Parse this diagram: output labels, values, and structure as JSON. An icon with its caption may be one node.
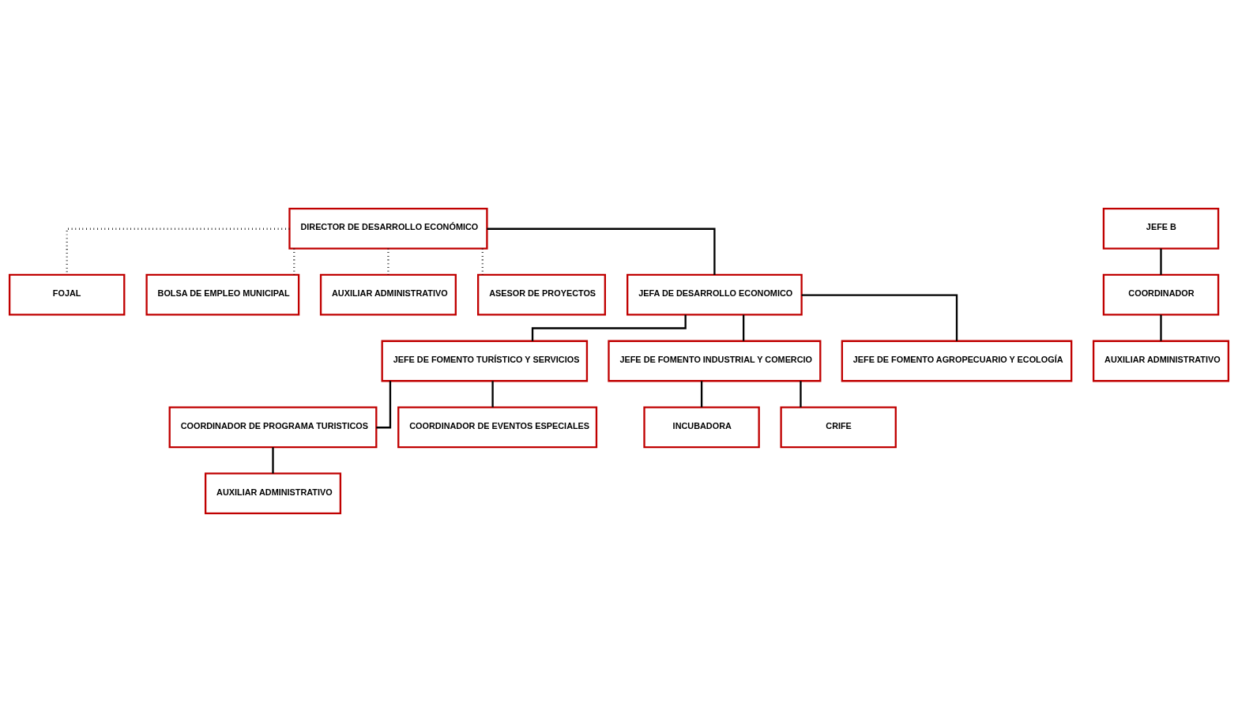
{
  "diagram": {
    "nodes": [
      {
        "text": [
          "FOJAL"
        ]
      },
      {
        "text": [
          "DIRECTOR DE DESARROLLO ECONÓMICO"
        ]
      },
      {
        "text": [
          "BOLSA DE EMPLEO MUNICIPAL"
        ]
      },
      {
        "text": [
          "AUXILIAR ADMINISTRATIVO"
        ]
      },
      {
        "text": [
          "ASESOR DE PROYECTOS"
        ]
      },
      {
        "text": [
          "JEFA DE DESARROLLO ECONOMICO"
        ]
      },
      {
        "text": [
          "JEFE DE FOMENTO TURÍSTICO Y SERVICIOS"
        ]
      },
      {
        "text": [
          "JEFE DE FOMENTO INDUSTRIAL Y COMERCIO"
        ]
      },
      {
        "text": [
          "JEFE DE FOMENTO AGROPECUARIO Y ECOLOGÍA"
        ]
      },
      {
        "text": [
          "JEFE B"
        ]
      },
      {
        "text": [
          "COORDINADOR DE PROGRAMA TURISTICOS"
        ]
      },
      {
        "text": [
          "COORDINADOR DE EVENTOS ESPECIALES"
        ]
      },
      {
        "text": [
          "COORDINADOR"
        ]
      },
      {
        "text": [
          "AUXILIAR ADMINISTRATIVO"
        ]
      },
      {
        "text": [
          "INCUBADORA"
        ]
      },
      {
        "text": [
          "CRIFE"
        ]
      },
      {
        "text": [
          "AUXILIAR ADMINISTRATIVO"
        ]
      }
    ],
    "edges": [
      {
        "from": 1,
        "to": 5,
        "arrow": "none"
      },
      {
        "from": 1,
        "to": 0,
        "arrow": "none",
        "style": "dashed"
      },
      {
        "from": 1,
        "to": 2,
        "arrow": "none",
        "style": "dashed"
      },
      {
        "from": 1,
        "to": 4,
        "arrow": "none",
        "style": "dashed"
      },
      {
        "from": 1,
        "to": 3,
        "arrow": "none",
        "style": "dashed"
      },
      {
        "from": 5,
        "to": 6,
        "arrow": "none"
      },
      {
        "from": 5,
        "to": 7,
        "arrow": "none"
      },
      {
        "from": 5,
        "to": 8,
        "arrow": "none"
      },
      {
        "from": 6,
        "to": 10,
        "arrow": "none"
      },
      {
        "from": 6,
        "to": 11,
        "arrow": "none"
      },
      {
        "from": 10,
        "to": 13,
        "arrow": "none"
      },
      {
        "from": 7,
        "to": 14,
        "arrow": "none"
      },
      {
        "from": 7,
        "to": 15,
        "arrow": "none"
      },
      {
        "from": 9,
        "to": 12,
        "arrow": "none"
      },
      {
        "from": 12,
        "to": 16,
        "arrow": "none"
      }
    ]
  }
}
